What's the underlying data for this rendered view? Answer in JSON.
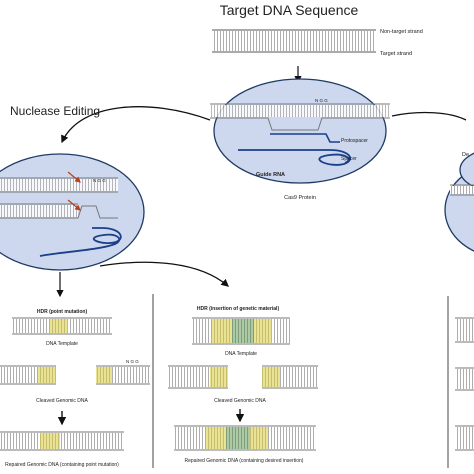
{
  "title": "Target DNA Sequence",
  "top_strands": {
    "non_target": "Non-target strand",
    "target": "Target strand"
  },
  "cas9": {
    "ngg": "N G G",
    "protospacer": "Protospacer",
    "spacer": "Spacer",
    "guide_rna": "Guide RNA",
    "protein": "Cas9 Protein"
  },
  "left_heading": "Nuclease Editing",
  "right_partial": "De",
  "cut": {
    "ngg": "N G G"
  },
  "hdr_point": {
    "title": "HDR (point mutation)",
    "template": "DNA Template",
    "cleaved": "Cleaved Genomic DNA",
    "ngg": "N G G",
    "repaired": "Repaired Genomic DNA (containing point mutation)"
  },
  "hdr_insert": {
    "title": "HDR (insertion of genetic material)",
    "template": "DNA Template",
    "cleaved": "Cleaved Genomic DNA",
    "repaired": "Repaired Genomic DNA (containing desired insertion)"
  },
  "colors": {
    "ellipse_fill": "#cdd8ee",
    "ellipse_stroke": "#1f3b63",
    "guide_rna": "#1b3f8a",
    "strand": "#888888",
    "edit_yellow": "#d9cc3a",
    "edit_green": "#4a8a3a",
    "cut_arrow": "#b5411e"
  }
}
